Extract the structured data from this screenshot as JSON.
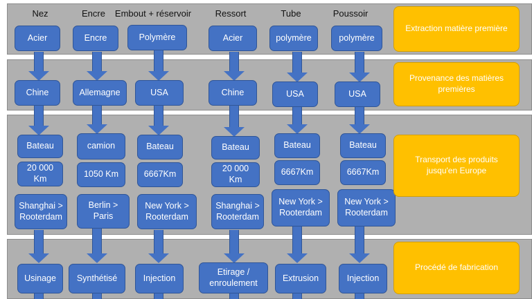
{
  "columns": [
    {
      "header": "Nez",
      "material": "Acier",
      "origin": "Chine",
      "transport_mode": "Bateau",
      "distance": "20 000\nKm",
      "route": "Shanghai >\nRooterdam",
      "process": "Usinage"
    },
    {
      "header": "Encre",
      "material": "Encre",
      "origin": "Allemagne",
      "transport_mode": "camion",
      "distance": "1050 Km",
      "route": "Berlin >\nParis",
      "process": "Synthétisé"
    },
    {
      "header": "Embout + réservoir",
      "material": "Polymère",
      "origin": "USA",
      "transport_mode": "Bateau",
      "distance": "6667Km",
      "route": "New York >\nRooterdam",
      "process": "Injection"
    },
    {
      "header": "Ressort",
      "material": "Acier",
      "origin": "Chine",
      "transport_mode": "Bateau",
      "distance": "20 000\nKm",
      "route": "Shanghai >\nRooterdam",
      "process": "Etirage /\nenroulement"
    },
    {
      "header": "Tube",
      "material": "polymère",
      "origin": "USA",
      "transport_mode": "Bateau",
      "distance": "6667Km",
      "route": "New York >\nRooterdam",
      "process": "Extrusion"
    },
    {
      "header": "Poussoir",
      "material": "polymère",
      "origin": "USA",
      "transport_mode": "Bateau",
      "distance": "6667Km",
      "route": "New York >\nRooterdam",
      "process": "Injection"
    }
  ],
  "stages": [
    {
      "label": "Extraction matière première"
    },
    {
      "label": "Provenance des matières premières"
    },
    {
      "label": "Transport des produits jusqu'en Europe"
    },
    {
      "label": "Procédé de fabrication"
    }
  ],
  "colors": {
    "box": "#4472c4",
    "box_border": "#2f5597",
    "band": "#b0b0b0",
    "legend": "#ffc000"
  }
}
